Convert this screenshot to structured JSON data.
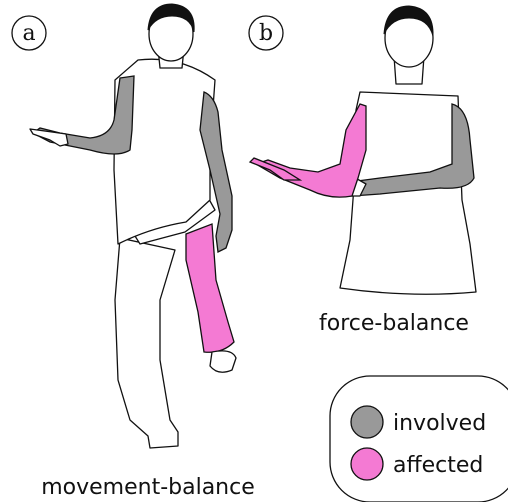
{
  "panels": {
    "a": {
      "letter": "a",
      "caption": "movement-balance"
    },
    "b": {
      "letter": "b",
      "caption": "force-balance"
    }
  },
  "legend": {
    "items": [
      {
        "label": "involved",
        "color": "#999999"
      },
      {
        "label": "affected",
        "color": "#f47ad3"
      }
    ]
  },
  "colors": {
    "involved": "#999999",
    "affected": "#f47ad3",
    "outline": "#111111"
  }
}
